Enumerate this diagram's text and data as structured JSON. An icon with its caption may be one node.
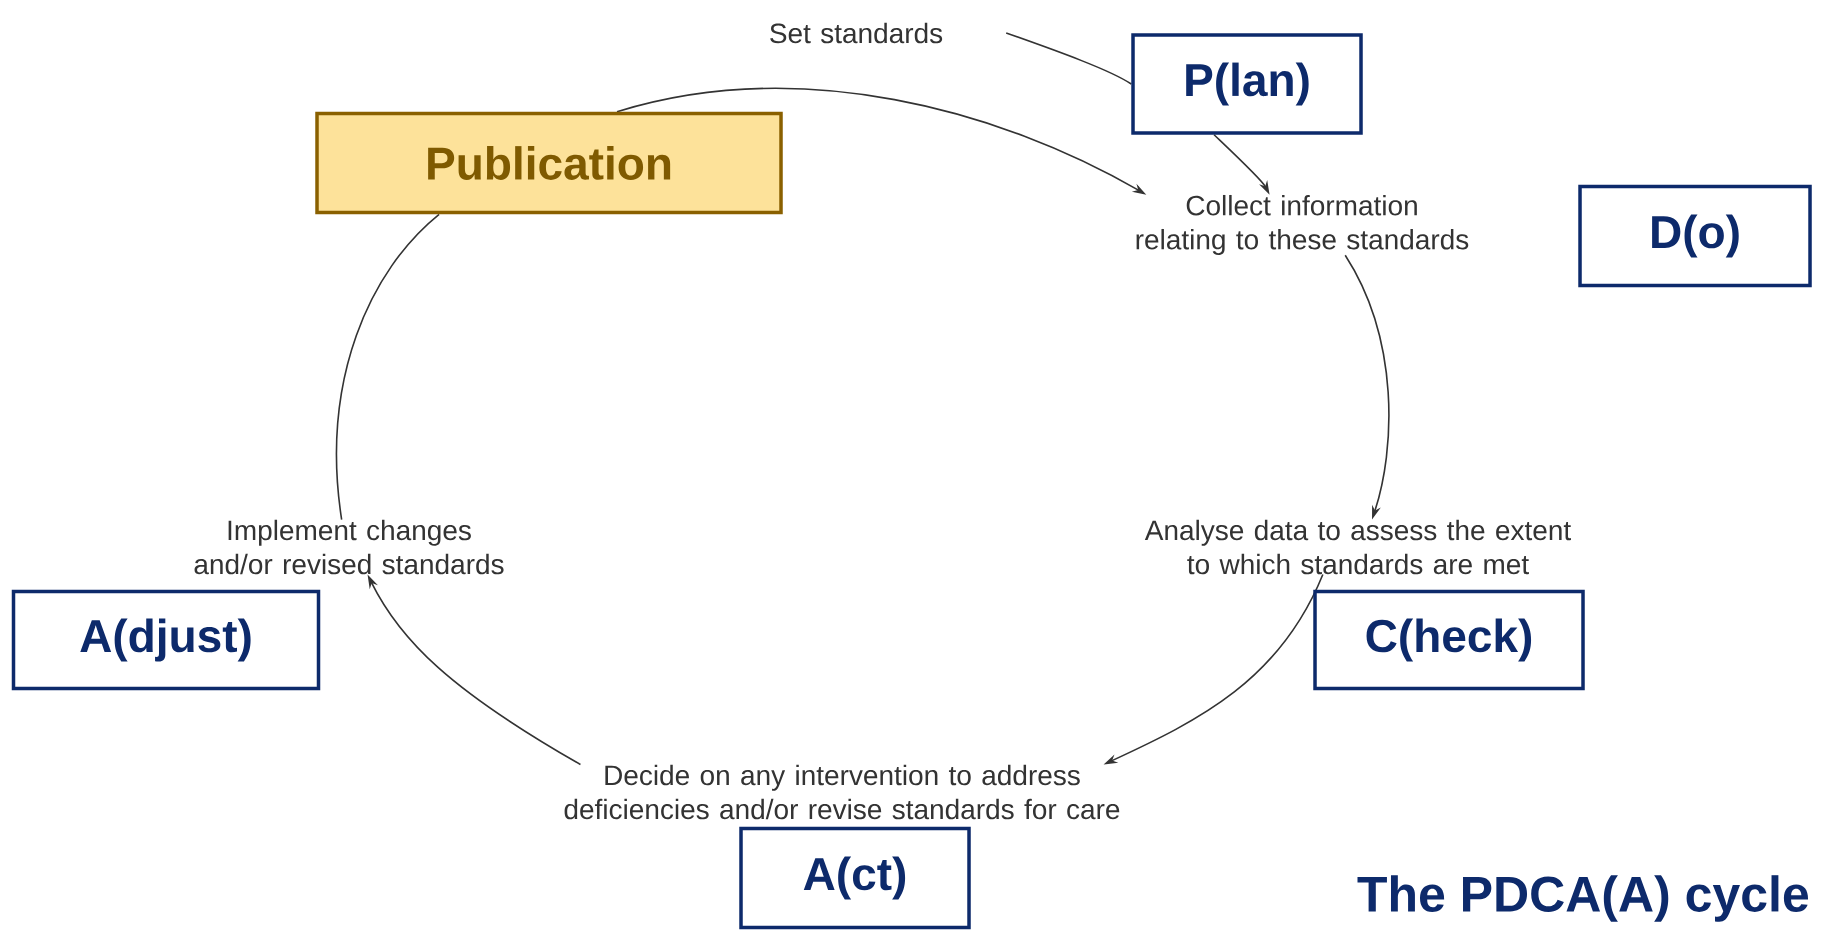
{
  "diagram": {
    "title": "The PDCA(A) cycle",
    "nodes": [
      {
        "text": [
          "Set standards"
        ]
      },
      {
        "text": [
          "P(lan)"
        ]
      },
      {
        "text": [
          "Publication"
        ]
      },
      {
        "text": [
          "Collect information relating to these standards"
        ]
      },
      {
        "text": [
          "D(o)"
        ]
      },
      {
        "text": [
          "Analyse data to assess the extent to which standards are met"
        ]
      },
      {
        "text": [
          "C(heck)"
        ]
      },
      {
        "text": [
          "Decide on any intervention to address deficiencies and/or revise standards for care"
        ]
      },
      {
        "text": [
          "A(ct)"
        ]
      },
      {
        "text": [
          "Implement changes and/or revised standards"
        ]
      },
      {
        "text": [
          "A(djust)"
        ]
      }
    ],
    "edges": [
      {
        "from": 0,
        "to": 1,
        "arrow": "none"
      },
      {
        "from": 1,
        "to": 3,
        "arrow": "to"
      },
      {
        "from": 9,
        "to": 2,
        "arrow": "none"
      },
      {
        "from": 2,
        "to": 3,
        "arrow": "to"
      },
      {
        "from": 3,
        "to": 5,
        "arrow": "to"
      },
      {
        "from": 5,
        "to": 7,
        "arrow": "to"
      },
      {
        "from": 7,
        "to": 9,
        "arrow": "to"
      }
    ]
  }
}
